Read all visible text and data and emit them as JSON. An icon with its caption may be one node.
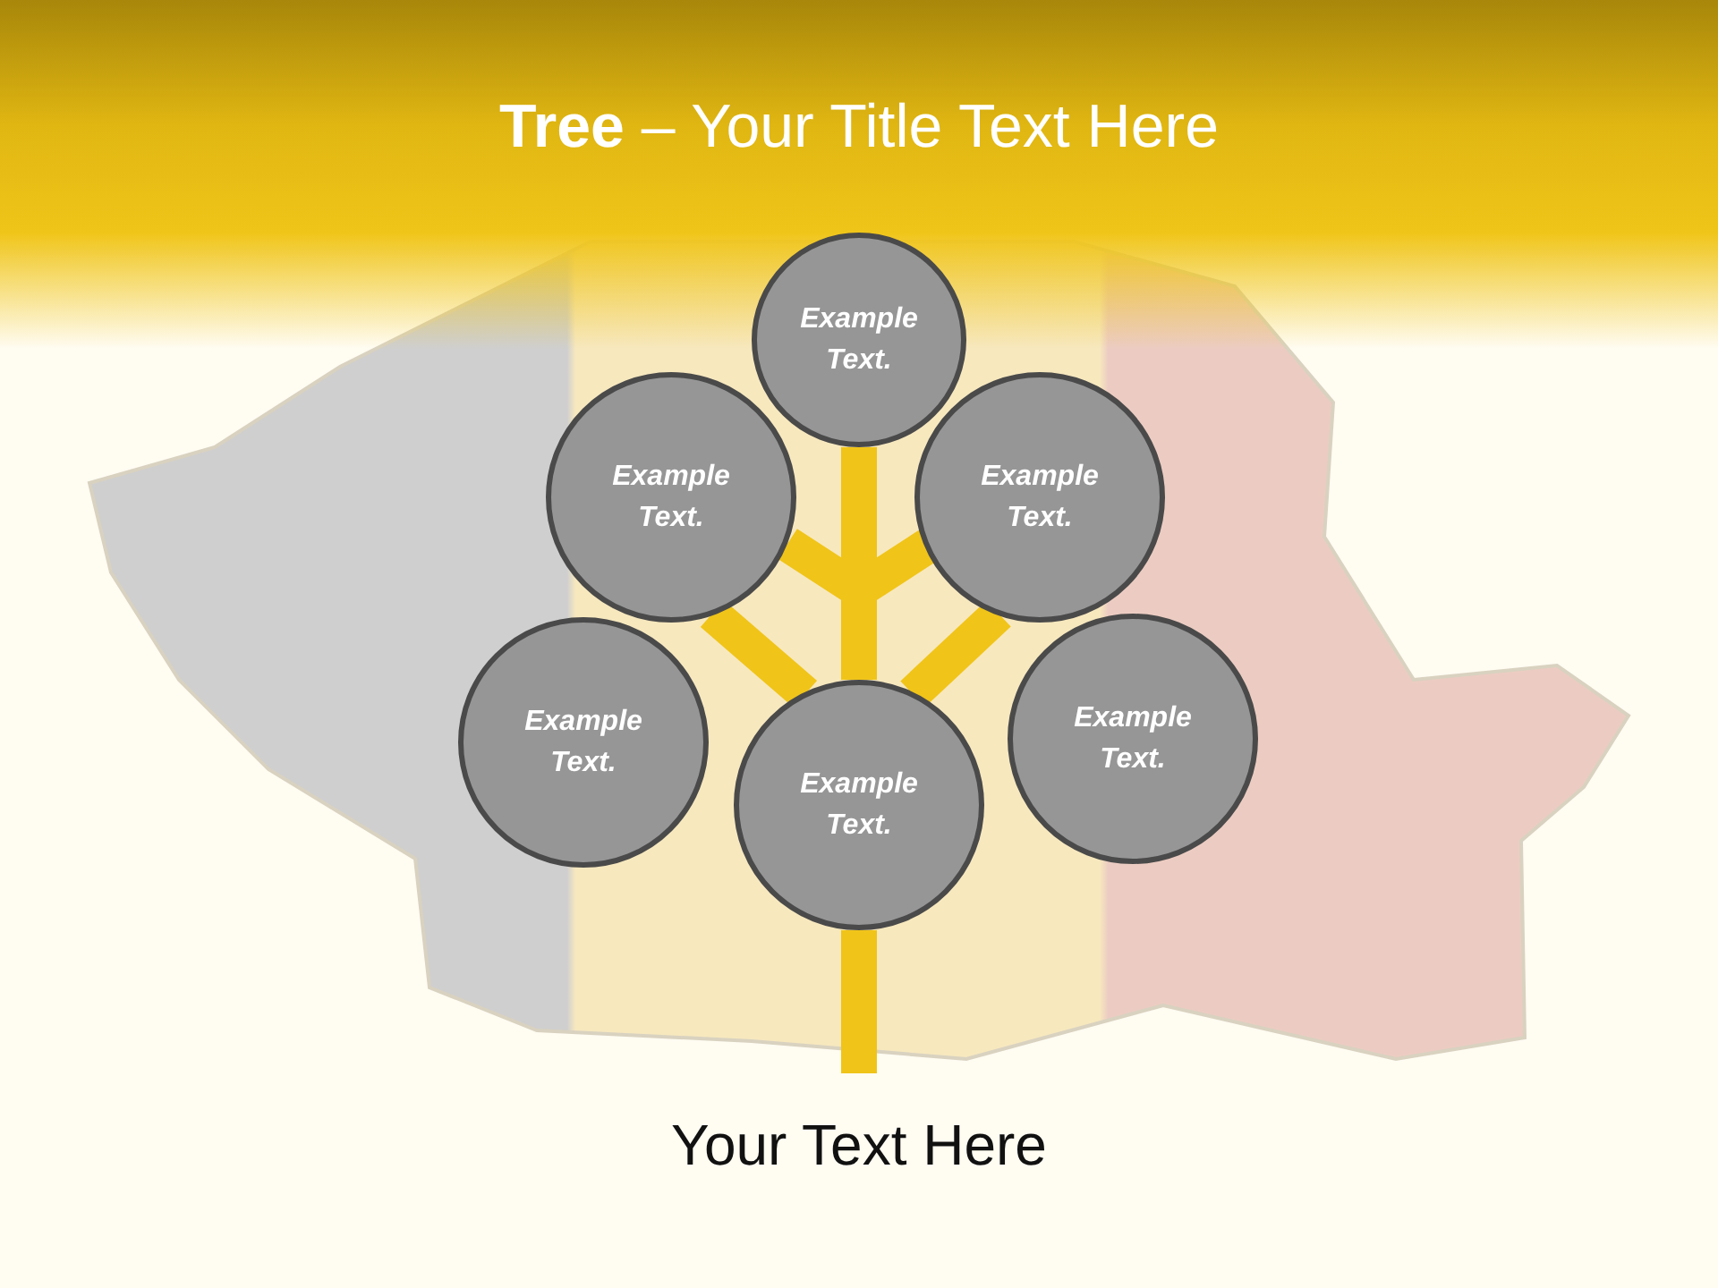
{
  "diagram": {
    "title": "**Tree** – Your Title Text Here",
    "nodes": [
      {
        "text": [
          "Example Text."
        ]
      },
      {
        "text": [
          "Example Text."
        ]
      },
      {
        "text": [
          "Example Text."
        ]
      },
      {
        "text": [
          "Example Text."
        ]
      },
      {
        "text": [
          "Example Text."
        ]
      },
      {
        "text": [
          "Example Text."
        ]
      }
    ],
    "edges": [
      {
        "from": null,
        "to": 4,
        "arrow": "none"
      },
      {
        "from": 4,
        "to": 0,
        "arrow": "none"
      },
      {
        "from": 4,
        "to": 1,
        "arrow": "none"
      },
      {
        "from": 4,
        "to": 2,
        "arrow": "none"
      },
      {
        "from": 0,
        "to": 1,
        "arrow": "none"
      },
      {
        "from": 0,
        "to": 2,
        "arrow": "none"
      }
    ],
    "labels": [
      "Your Text Here"
    ]
  }
}
